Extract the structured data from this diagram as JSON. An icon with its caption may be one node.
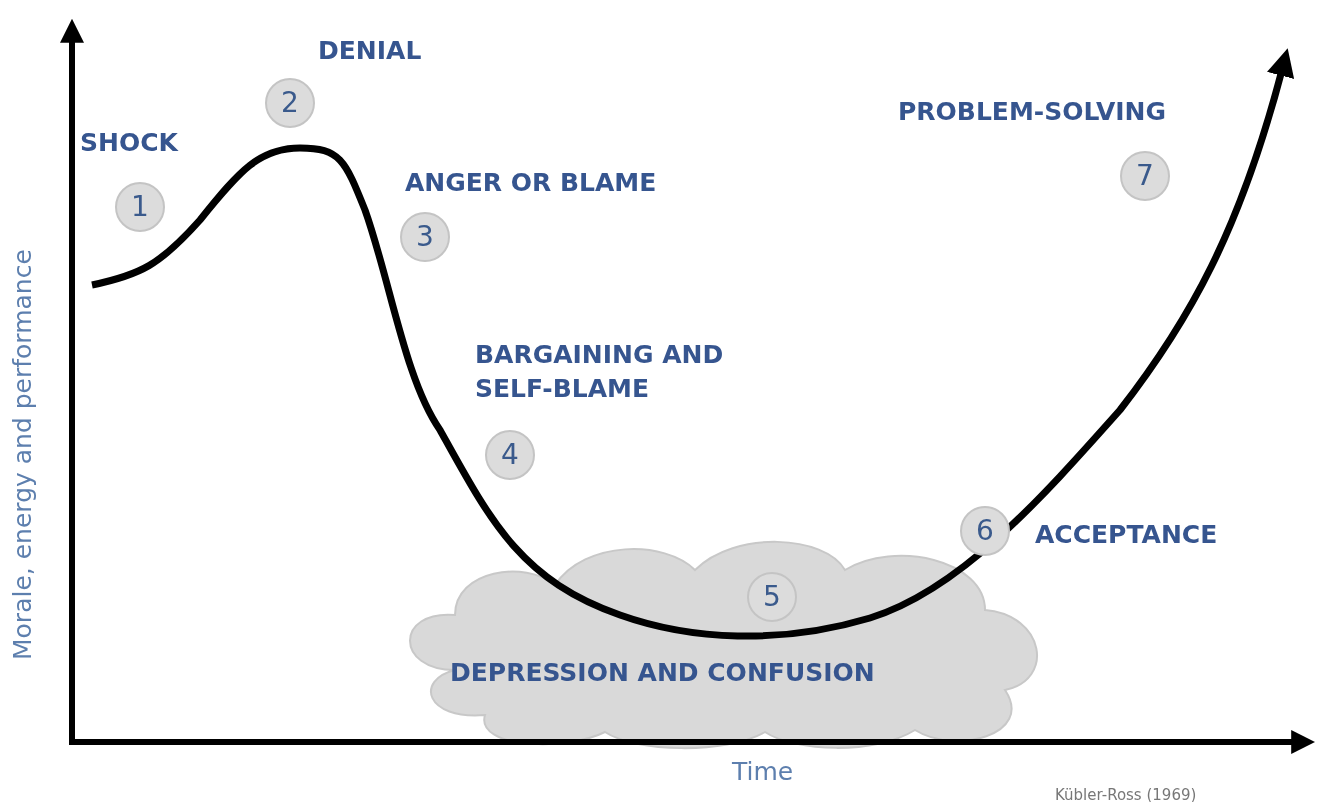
{
  "diagram": {
    "nodes": [
      {
        "text": [
          "1"
        ],
        "beside": [
          "SHOCK"
        ]
      },
      {
        "text": [
          "2"
        ],
        "beside": [
          "DENIAL"
        ]
      },
      {
        "text": [
          "3"
        ],
        "beside": [
          "ANGER OR BLAME"
        ]
      },
      {
        "text": [
          "4"
        ],
        "beside": [
          "BARGAINING AND SELF-BLAME"
        ]
      },
      {
        "text": [
          "DEPRESSION AND CONFUSION"
        ]
      },
      {
        "text": [
          "5"
        ],
        "in": 4
      },
      {
        "text": [
          "6"
        ],
        "beside": [
          "ACCEPTANCE"
        ]
      },
      {
        "text": [
          "7"
        ],
        "beside": [
          "PROBLEM-SOLVING"
        ]
      }
    ],
    "labels": [
      "Morale, energy and performance",
      "Time",
      "Kübler-Ross (1969)"
    ]
  }
}
